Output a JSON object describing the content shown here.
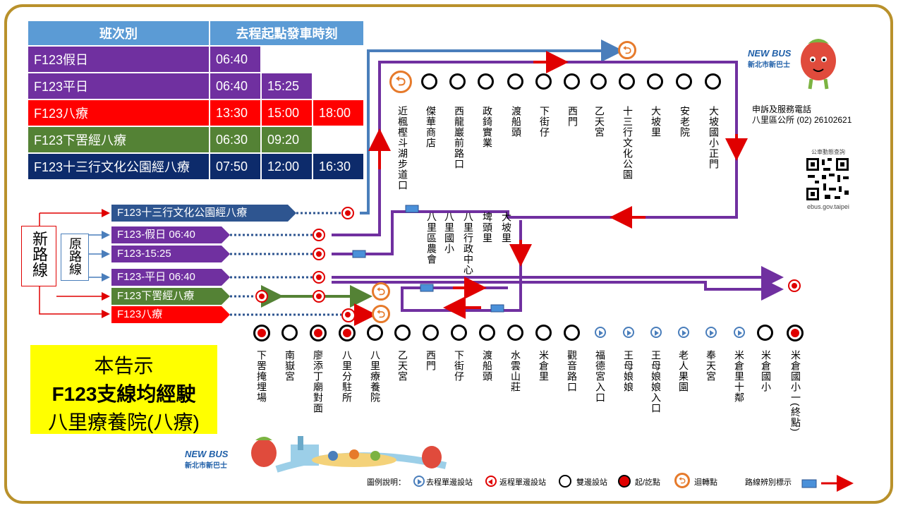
{
  "table": {
    "header_route": "班次別",
    "header_times": "去程起點發車時刻",
    "rows": [
      {
        "route": "F123假日",
        "times": [
          "06:40"
        ]
      },
      {
        "route": "F123平日",
        "times": [
          "06:40",
          "15:25"
        ]
      },
      {
        "route": "F123八療",
        "times": [
          "13:30",
          "15:00",
          "18:00"
        ]
      },
      {
        "route": "F123下罟經八療",
        "times": [
          "06:30",
          "09:20"
        ]
      },
      {
        "route": "F123十三行文化公園經八療",
        "times": [
          "07:50",
          "12:00",
          "16:30"
        ]
      }
    ]
  },
  "top_stops": [
    "近楓樫斗湖步道口",
    "傑華商店",
    "西龍巖前路口",
    "政錡實業",
    "渡船頭",
    "下街仔",
    "西門",
    "乙天宮",
    "十三行文化公園",
    "大坡里",
    "安老院",
    "大坡國小正門"
  ],
  "mid_stops": [
    "八里區農會",
    "八里國小",
    "八里行政中心",
    "埤頭里",
    "大坡里"
  ],
  "bottom_stops": [
    "下罟掩埋場",
    "南嶽宮",
    "廖添丁廟對面",
    "八里分駐所",
    "八里療養院",
    "乙天宮",
    "西門",
    "下街仔",
    "渡船頭",
    "水雲山莊",
    "米倉里",
    "觀音路口",
    "福德宮入口",
    "王母娘娘",
    "王母娘娘入口",
    "老人果園",
    "奉天宮",
    "米倉里十鄰",
    "米倉國小",
    "米倉國小一(終點)"
  ],
  "left_labels": {
    "new": "新路線",
    "old": "原路線"
  },
  "route_tags": [
    {
      "label": "F123十三行文化公園經八療",
      "color": "#2e5590"
    },
    {
      "label": "F123-假日 06:40",
      "color": "#7030a0"
    },
    {
      "label": "F123-15:25",
      "color": "#7030a0"
    },
    {
      "label": "F123-平日 06:40",
      "color": "#7030a0"
    },
    {
      "label": "F123下罟經八療",
      "color": "#548235"
    },
    {
      "label": "F123八療",
      "color": "#ff0000"
    }
  ],
  "notice": {
    "line1": "本告示",
    "line2": "F123支線均經駛",
    "line3": "八里療養院(八療)"
  },
  "brand": {
    "name": "NEW BUS",
    "sub": "新北市新巴士"
  },
  "contact": {
    "title": "申訴及服務電話",
    "detail": "八里區公所 (02) 26102621"
  },
  "qr": {
    "caption_top": "公車動態查詢",
    "caption_bottom": "ebus.gov.taipei"
  },
  "legend": {
    "title": "圖例說明：",
    "items": [
      "去程單邊設站",
      "返程單邊設站",
      "雙邊設站",
      "起/訖點",
      "迴轉點",
      "路線辨別標示"
    ]
  },
  "colors": {
    "purple": "#7030a0",
    "red": "#ff0000",
    "green": "#548235",
    "navy": "#0d2b6b",
    "blue": "#5b9bd5",
    "steel": "#4a7ebb",
    "gold": "#b9912b",
    "orange": "#e67a2b"
  }
}
